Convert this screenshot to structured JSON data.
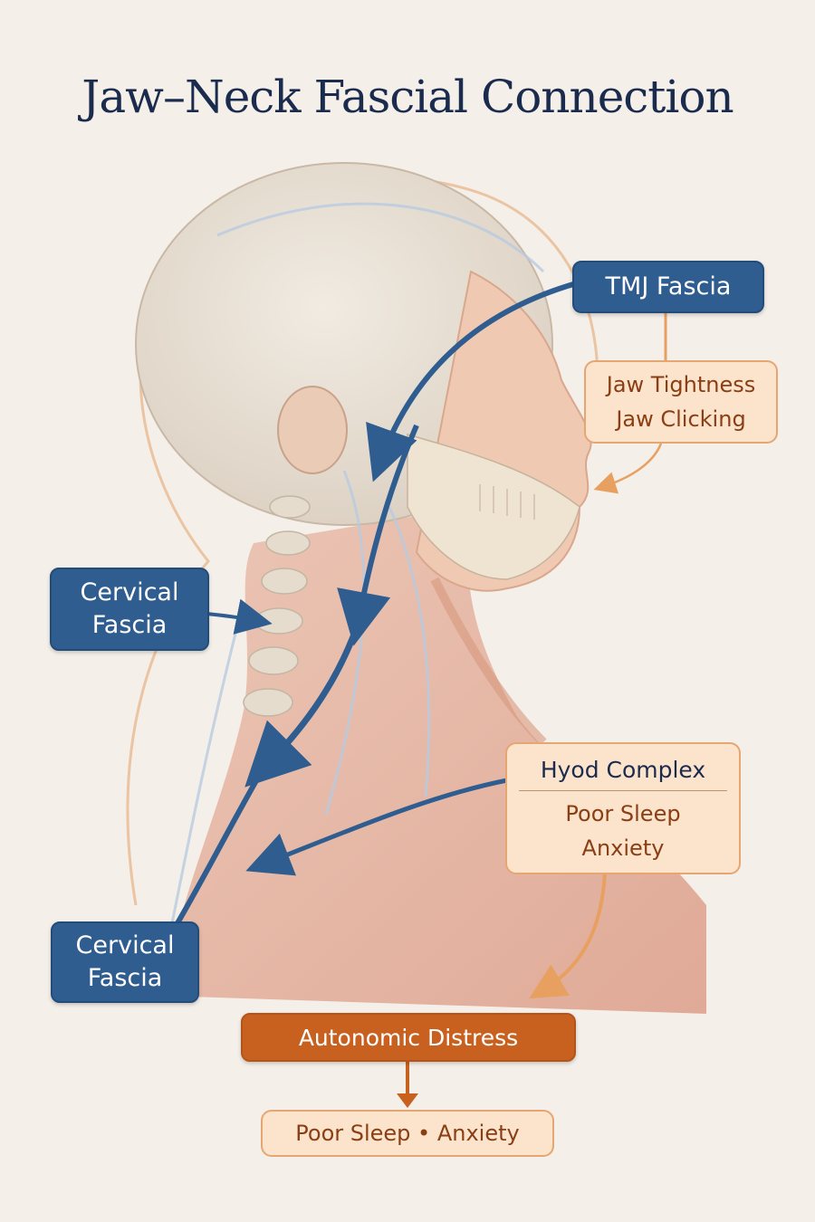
{
  "title": "Jaw–Neck Fascial Connection",
  "labels": {
    "tmj_fascia": "TMJ Fascia",
    "jaw_symptoms": [
      "Jaw Tightness",
      "Jaw Clicking"
    ],
    "cervical_fascia_upper": [
      "Cervical",
      "Fascia"
    ],
    "hyoid_complex": {
      "title": "Hyod Complex",
      "symptoms": [
        "Poor Sleep",
        "Anxiety"
      ]
    },
    "cervical_fascia_lower": [
      "Cervical",
      "Fascia"
    ],
    "autonomic_distress": "Autonomic Distress",
    "outcome": "Poor Sleep • Anxiety"
  },
  "colors": {
    "background": "#f4efe9",
    "title": "#1b2b4e",
    "fascia_blue": "#2f5d8f",
    "symptom_peach": "#fbe3cc",
    "symptom_text": "#8a3e14",
    "autonomic_orange": "#c8611f",
    "connector_orange": "#e8a060"
  }
}
